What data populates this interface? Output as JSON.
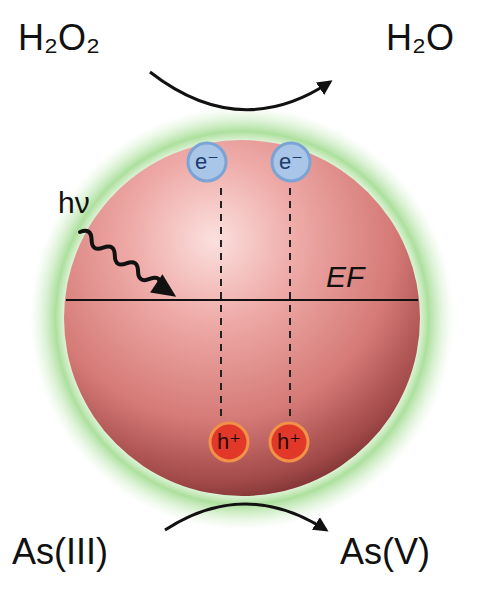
{
  "diagram": {
    "nodes": [
      {
        "text": [
          "EF"
        ]
      },
      {
        "text": [
          "e⁻"
        ],
        "in": 0
      },
      {
        "text": [
          "e⁻"
        ],
        "in": 0
      },
      {
        "text": [
          "h⁺"
        ],
        "in": 0
      },
      {
        "text": [
          "h⁺"
        ],
        "in": 0
      }
    ],
    "labels": [
      "H₂O₂",
      "H₂O",
      "hν",
      "As(III)",
      "As(V)"
    ]
  }
}
